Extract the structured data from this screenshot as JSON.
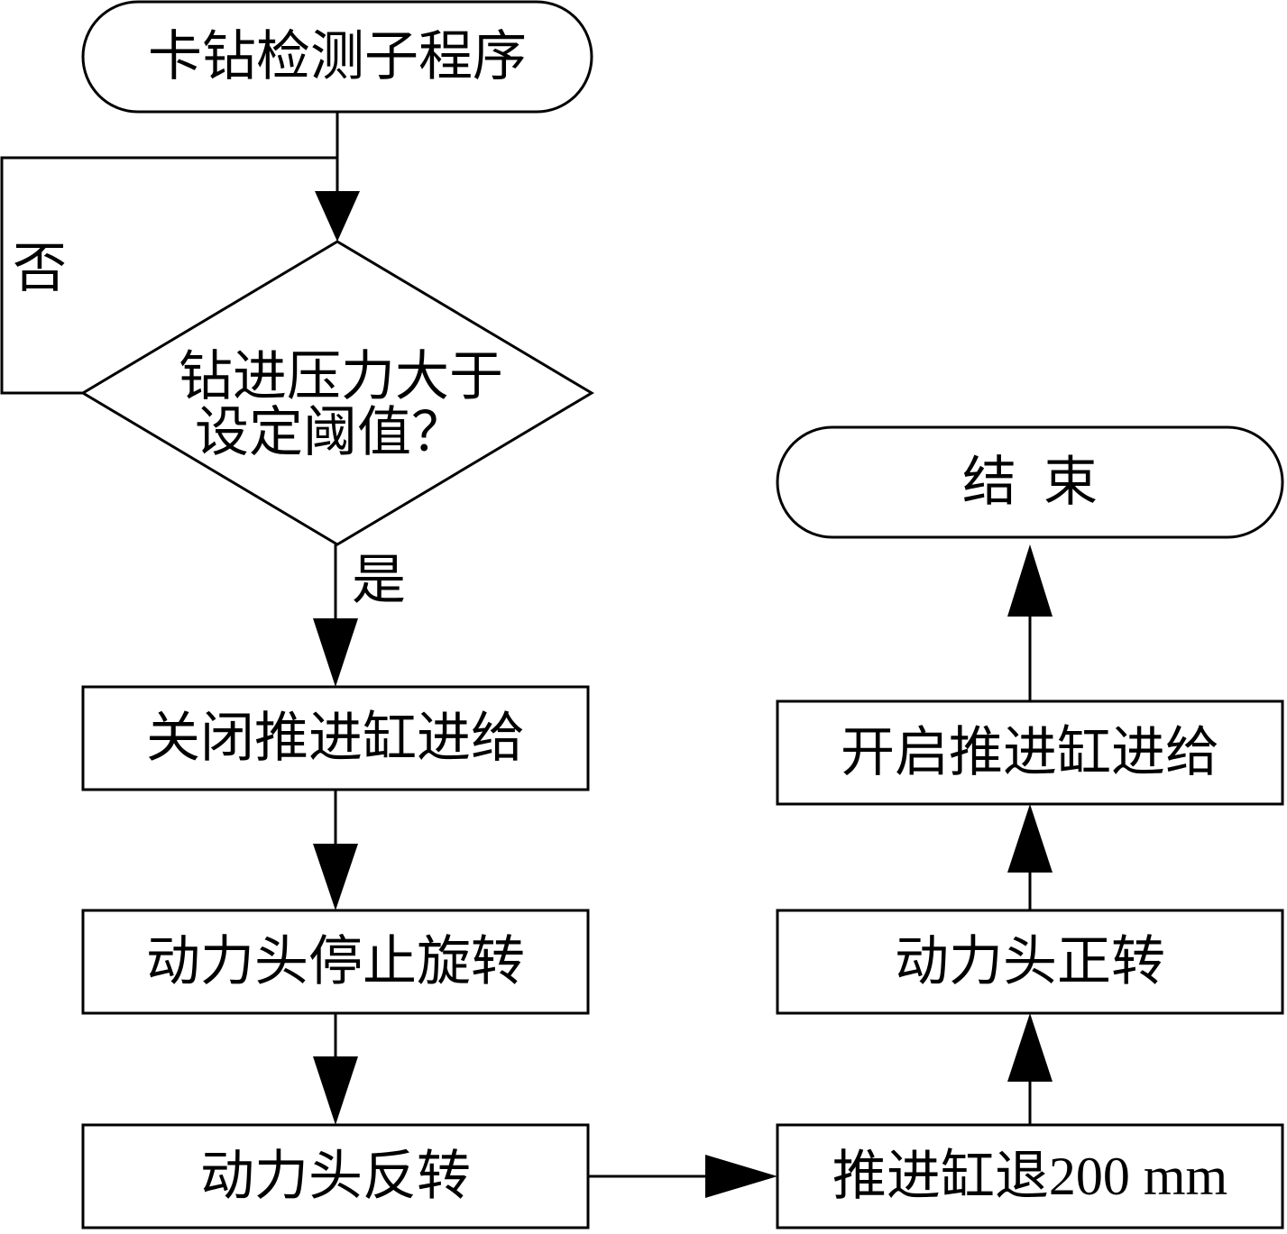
{
  "flowchart": {
    "start": "卡钻检测子程序",
    "decision_line1": "钻进压力大于",
    "decision_line2": "设定阈值？",
    "no_label": "否",
    "yes_label": "是",
    "step_close_feed": "关闭推进缸进给",
    "step_stop_rotation": "动力头停止旋转",
    "step_reverse": "动力头反转",
    "step_retract": "推进缸退200 mm",
    "step_forward": "动力头正转",
    "step_open_feed": "开启推进缸进给",
    "end": "结  束"
  },
  "colors": {
    "stroke": "#000000",
    "fill": "#ffffff",
    "text": "#000000"
  }
}
